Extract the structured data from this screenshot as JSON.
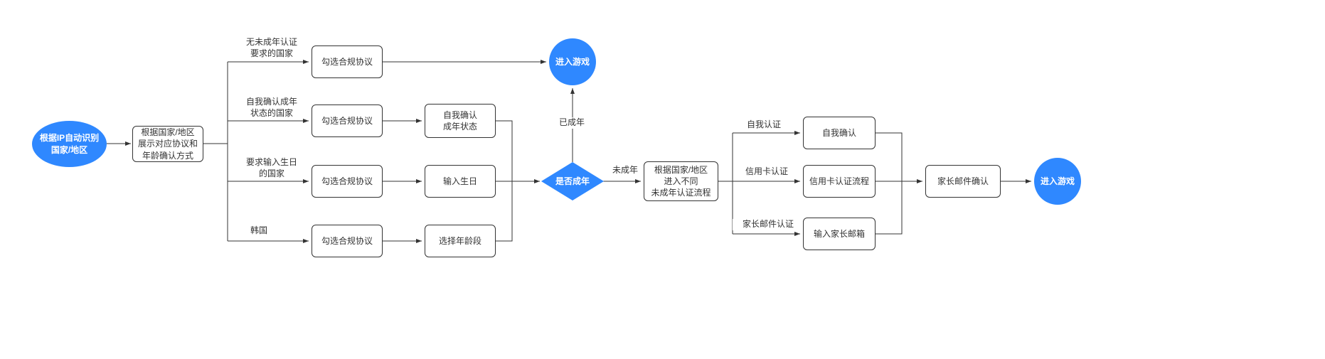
{
  "diagram": {
    "accent": "#2F88FF",
    "nodes": {
      "start": "根据IP自动识别\n国家/地区",
      "show_agreement": "根据国家/地区\n展示对应协议和\n年龄确认方式",
      "check_agreement": "勾选合规协议",
      "self_confirm_status": "自我确认\n成年状态",
      "input_birthday": "输入生日",
      "select_age": "选择年龄段",
      "enter_game": "进入游戏",
      "is_adult": "是否成年",
      "minor_flow": "根据国家/地区\n进入不同\n未成年认证流程",
      "self_confirm": "自我确认",
      "credit_flow": "信用卡认证流程",
      "parent_email_input": "输入家长邮箱",
      "parent_email_confirm": "家长邮件确认"
    },
    "edge_labels": {
      "no_auth_country": "无未成年认证\n要求的国家",
      "self_confirm_country": "自我确认成年\n状态的国家",
      "birthday_country": "要求输入生日\n的国家",
      "korea": "韩国",
      "adult": "已成年",
      "minor": "未成年",
      "self_auth": "自我认证",
      "credit_auth": "信用卡认证",
      "parent_email_auth": "家长邮件认证"
    }
  }
}
